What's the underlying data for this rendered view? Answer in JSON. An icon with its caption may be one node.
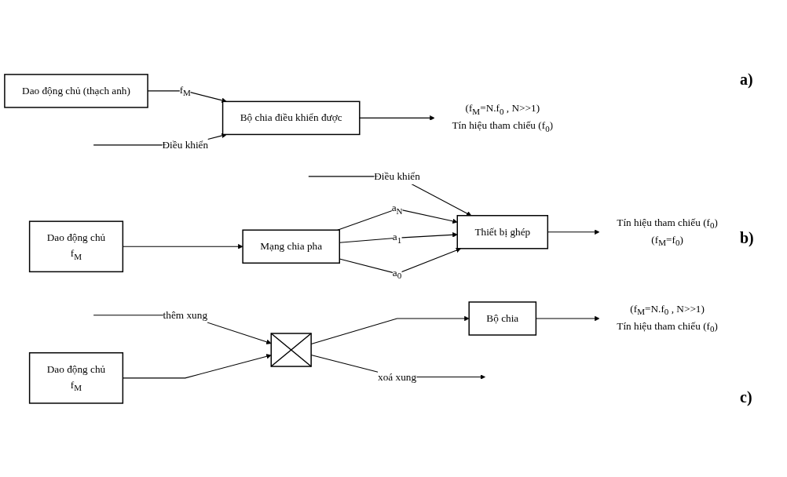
{
  "diagram": {
    "nodes": [
      {
        "text": [
          "Dao động chủ (thạch anh)"
        ]
      },
      {
        "text": [
          "Bộ chia điều khiển được"
        ]
      },
      {
        "text": [
          "(f$_{M}$=N.f$_{0}$ , N>>1)",
          "Tín hiệu tham chiếu (f$_{0}$)"
        ]
      },
      {
        "text": [
          "Dao động chủ",
          "f$_{M}$"
        ]
      },
      {
        "text": [],
        "shape": "box"
      },
      {
        "text": [
          "Bộ chia"
        ]
      },
      {
        "text": [
          "(f$_{M}$=N.f$_{0}$ , N>>1)",
          "Tín hiệu tham chiếu (f$_{0}$)"
        ]
      },
      {
        "text": [
          "Dao động chủ",
          "f$_{M}$"
        ]
      },
      {
        "text": [
          "Mạng chia pha"
        ]
      },
      {
        "text": [
          "Thiết bị ghép"
        ]
      },
      {
        "text": [
          "Tín hiệu tham chiếu (f$_{0}$)",
          "(f$_{M}$=f$_{0}$)"
        ]
      }
    ],
    "edges": [
      {
        "from": null,
        "to": 1,
        "arrow": "to",
        "label": "Điều khiển"
      },
      {
        "from": 0,
        "to": 1,
        "arrow": "to",
        "label": "f$_{M}$"
      },
      {
        "from": 1,
        "to": 2,
        "arrow": "to"
      },
      {
        "from": 3,
        "to": 4,
        "arrow": "to"
      },
      {
        "from": 4,
        "to": 5,
        "arrow": "to"
      },
      {
        "from": null,
        "to": 4,
        "arrow": "to",
        "label": "thêm xung"
      },
      {
        "from": 4,
        "to": null,
        "arrow": "to",
        "label": "xoá xung"
      },
      {
        "from": 5,
        "to": 6,
        "arrow": "to"
      },
      {
        "from": 7,
        "to": 8,
        "arrow": "to"
      },
      {
        "from": 8,
        "to": 9,
        "arrow": "to",
        "label": "a$_{0}$"
      },
      {
        "from": 8,
        "to": 9,
        "arrow": "to",
        "label": "a$_{1}$"
      },
      {
        "from": 8,
        "to": 9,
        "arrow": "to",
        "label": "a$_{N}$"
      },
      {
        "from": null,
        "to": 9,
        "arrow": "to",
        "label": "Điều khiển"
      },
      {
        "from": 9,
        "to": 10,
        "arrow": "to"
      }
    ],
    "labels": [
      "a)",
      "b)",
      "c)"
    ]
  }
}
